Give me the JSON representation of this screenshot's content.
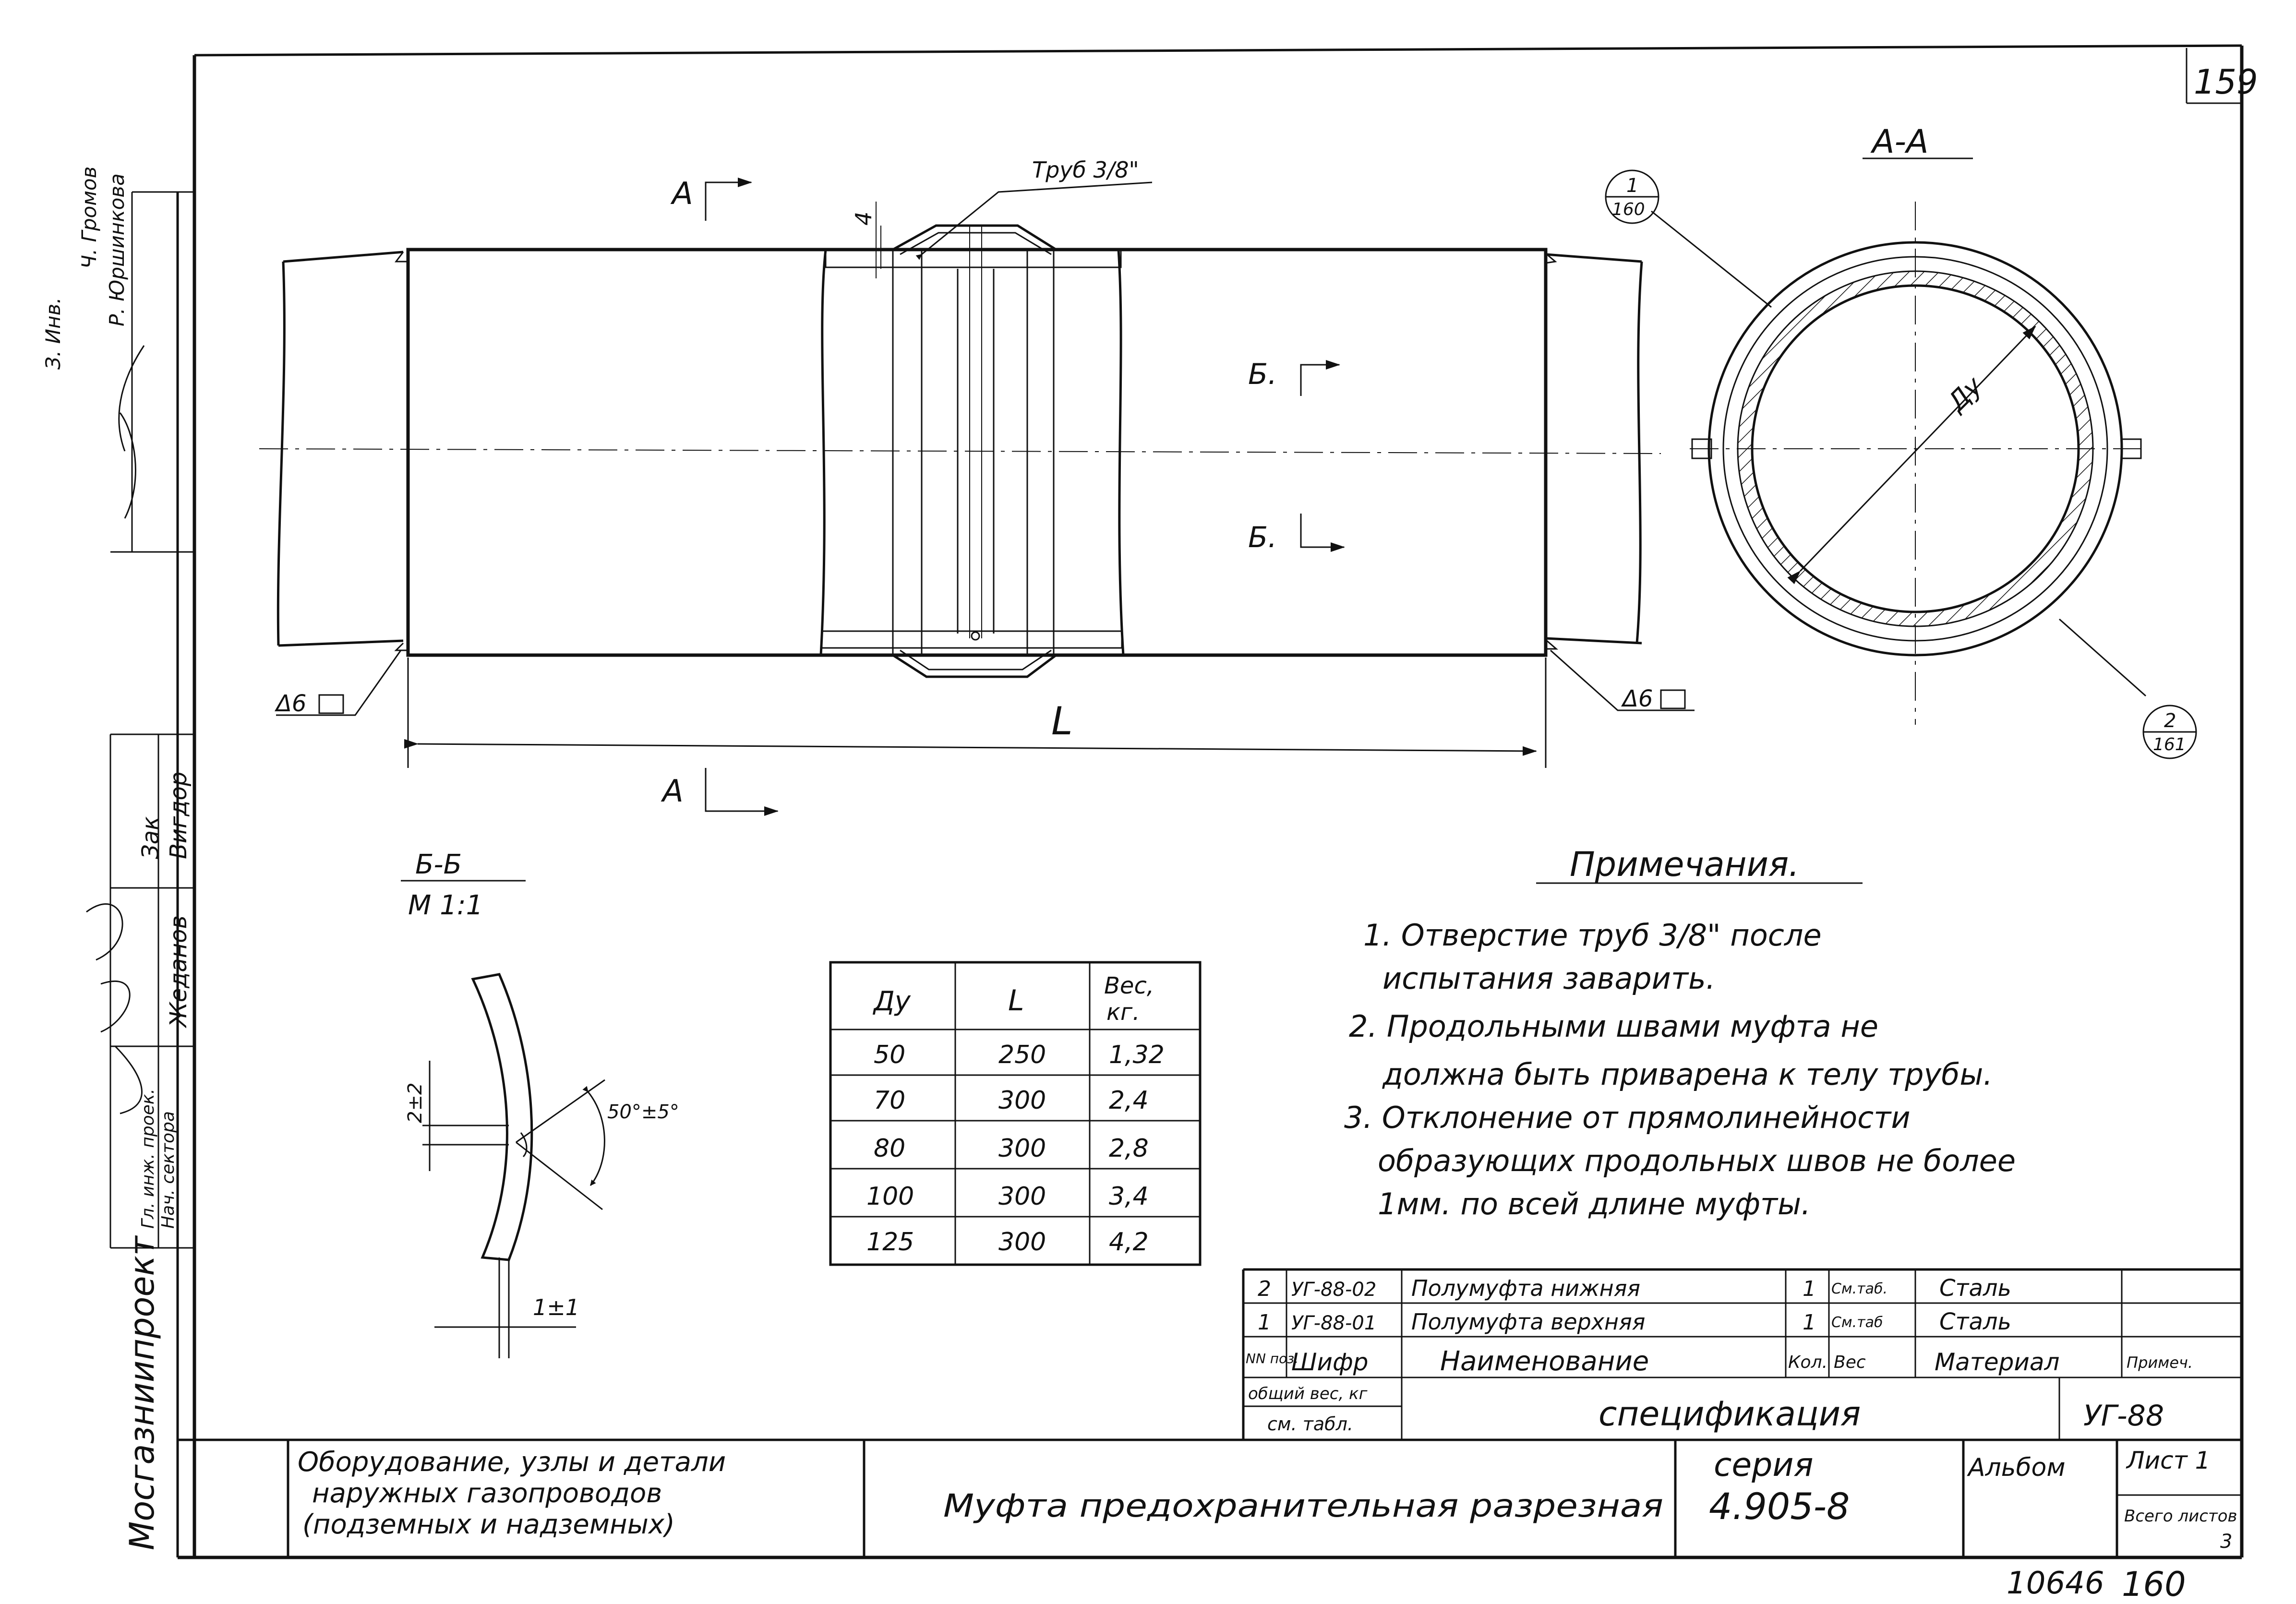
{
  "sheet": {
    "page_number": "159",
    "doc_number": "10646",
    "next_sheet": "160",
    "org": "Мосгазниипроект"
  },
  "main_view": {
    "section_a_label": "А",
    "section_b_label": "Б.",
    "pipe_label": "Труб 3/8\"",
    "pipe_dim": "4",
    "length_label": "L",
    "weld_left": "Δ6",
    "weld_right": "Δ6"
  },
  "section_aa": {
    "title": "А-А",
    "dim_label": "Ду",
    "ref1": {
      "num": "1",
      "sheet": "160"
    },
    "ref2": {
      "num": "2",
      "sheet": "161"
    }
  },
  "section_bb": {
    "title": "Б-Б",
    "scale": "М 1:1",
    "gap": "2±2",
    "angle": "50°±5°",
    "offset": "1±1"
  },
  "dim_table": {
    "headers": [
      "Ду",
      "L",
      "Вес, кг."
    ],
    "rows": [
      [
        "50",
        "250",
        "1,32"
      ],
      [
        "70",
        "300",
        "2,4"
      ],
      [
        "80",
        "300",
        "2,8"
      ],
      [
        "100",
        "300",
        "3,4"
      ],
      [
        "125",
        "300",
        "4,2"
      ]
    ]
  },
  "notes": {
    "title": "Примечания.",
    "lines": [
      "1. Отверстие труб 3/8\" после",
      "испытания заварить.",
      "2. Продольными швами муфта не",
      "должна быть приварена к телу трубы.",
      "3. Отклонение от прямолинейности",
      "образующих продольных швов не более",
      "1мм. по всей длине муфты."
    ]
  },
  "spec": {
    "rows": [
      {
        "pos": "2",
        "code": "УГ-88-02",
        "name": "Полумуфта нижняя",
        "qty": "1",
        "weight": "См.таб.",
        "material": "Сталь"
      },
      {
        "pos": "1",
        "code": "УГ-88-01",
        "name": "Полумуфта верхняя",
        "qty": "1",
        "weight": "См.таб",
        "material": "Сталь"
      }
    ],
    "header": {
      "pos": "NN поз.",
      "code": "Шифр",
      "name": "Наименование",
      "qty": "Кол.",
      "weight": "Вес",
      "material": "Материал",
      "note": "Примеч."
    },
    "total_weight": "общий вес, кг",
    "see_table": "см. табл.",
    "title": "спецификация",
    "code": "УГ-88"
  },
  "title_block": {
    "subject": [
      "Оборудование, узлы и детали",
      "наружных газопроводов",
      "(подземных и надземных)"
    ],
    "name": "Муфта предохранительная разрезная",
    "series_label": "серия",
    "series": "4.905-8",
    "album": "Альбом",
    "sheet_label": "Лист 1",
    "total_label": "Всего листов",
    "total": "3"
  },
  "side_stamp": {
    "roles": [
      "Гл. инж. проек.",
      "Нач. сектора"
    ],
    "names": [
      "Зак",
      "Вигдор",
      "Жеданов"
    ],
    "top": [
      "З. Инв.",
      "Ч. Громов",
      "Р. Юршинкова"
    ]
  }
}
